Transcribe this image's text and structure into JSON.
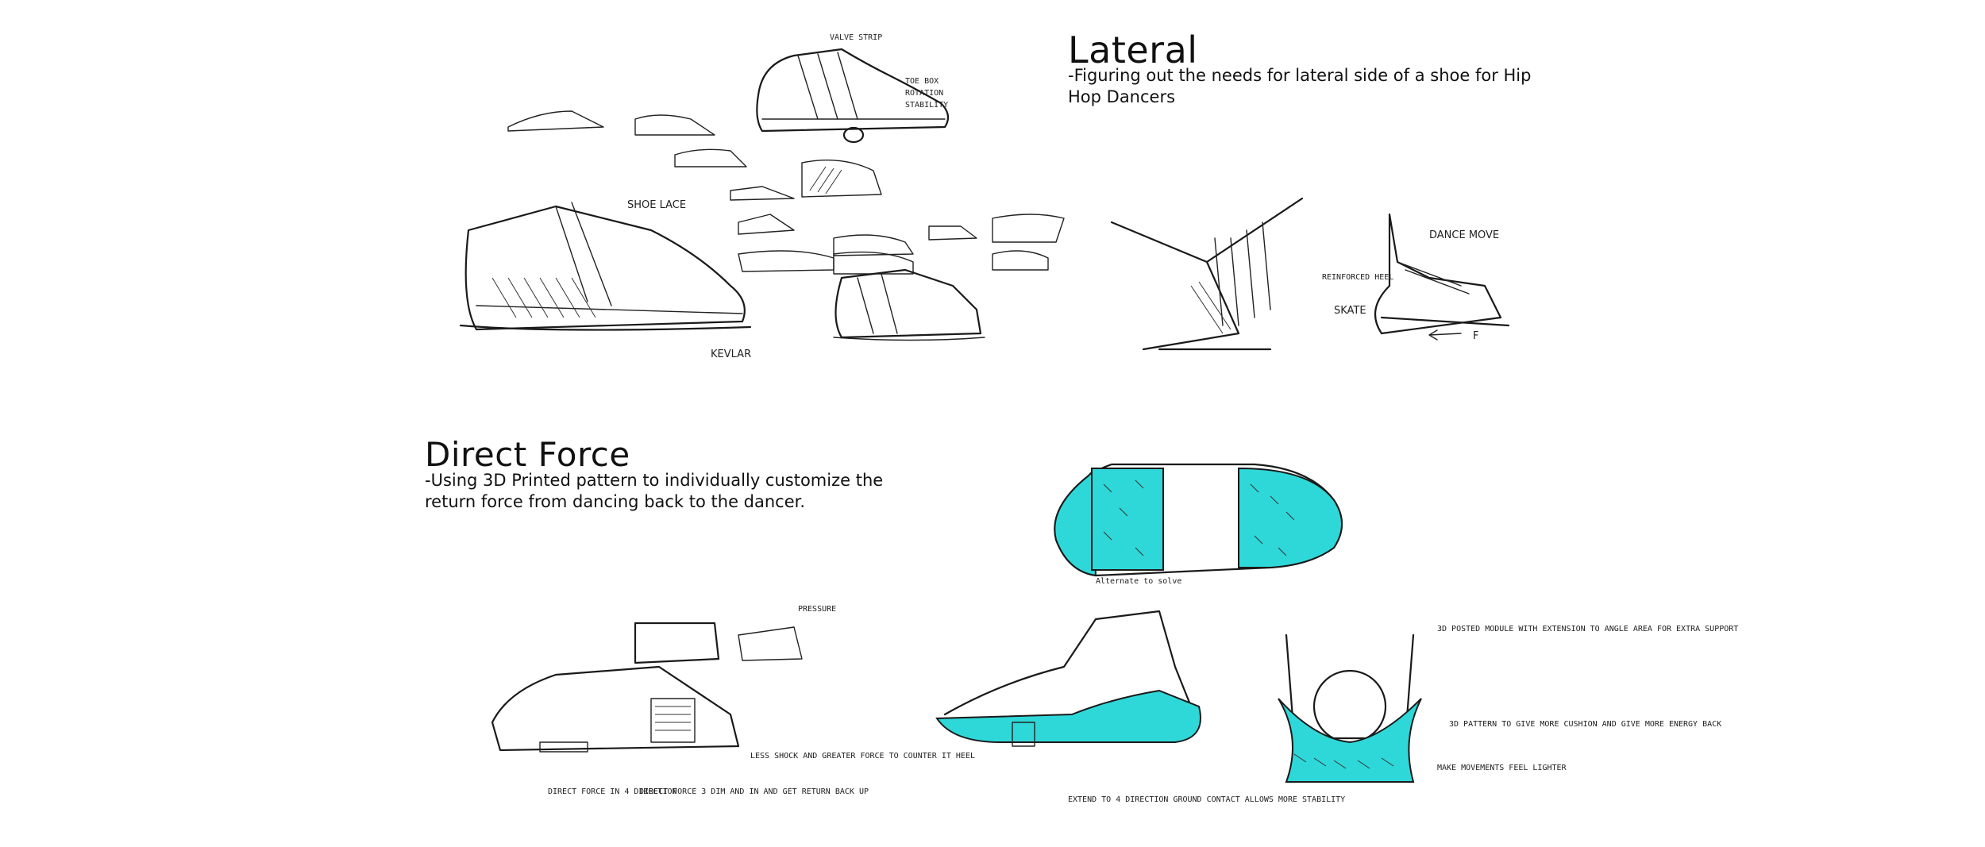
{
  "sections": {
    "lateral": {
      "title": "Lateral",
      "description": "-Figuring out the needs for lateral side of a shoe for Hip Hop Dancers"
    },
    "direct_force": {
      "title": "Direct Force",
      "description": "-Using 3D Printed pattern to individually customize the return force from dancing back to the dancer."
    }
  },
  "annotations": {
    "shoe_lace": "SHOE LACE",
    "kevlar": "KEVLAR",
    "dance_move": "DANCE MOVE",
    "reinforced_heel": "REINFORCED HEEL",
    "skate": "SKATE",
    "force": "F",
    "alternate": "Alternate to solve",
    "direct_force_4": "DIRECT FORCE IN 4 DIRECTION",
    "direct_force_3": "DIRECT FORCE 3 DIM AND IN AND GET RETURN BACK UP",
    "less_shock": "LESS SHOCK AND GREATER FORCE TO COUNTER IT HEEL",
    "pressure": "PRESSURE",
    "extend_4": "EXTEND TO 4 DIRECTION GROUND CONTACT ALLOWS MORE STABILITY",
    "pattern_note": "3D PATTERN TO GIVE MORE CUSHION AND GIVE MORE ENERGY BACK",
    "module_note": "3D POSTED MODULE WITH EXTENSION TO ANGLE AREA FOR EXTRA SUPPORT",
    "movement_note": "MAKE MOVEMENTS FEEL LIGHTER"
  },
  "colors": {
    "accent": "#2fd8d8",
    "ink": "#1a1a1a",
    "background": "#ffffff"
  }
}
